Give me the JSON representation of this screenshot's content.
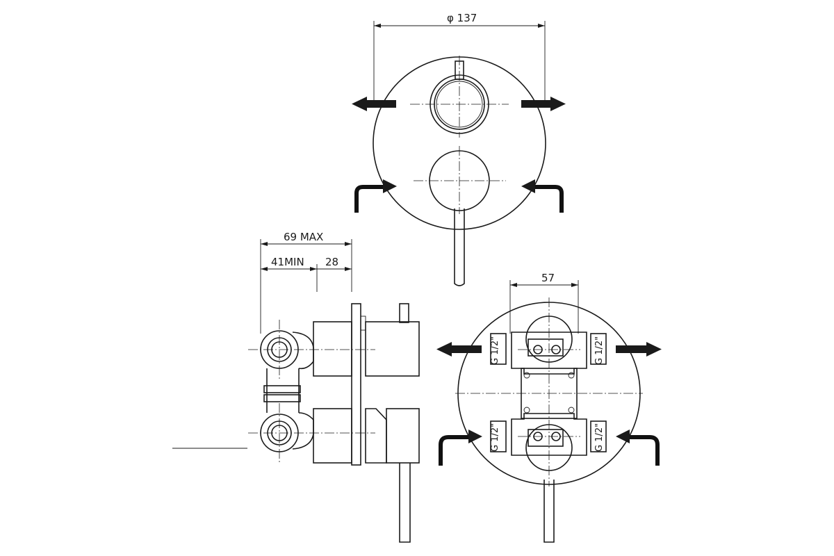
{
  "dimensions": {
    "diameter": "φ 137",
    "max_depth": "69 MAX",
    "min_depth": "41MIN",
    "plate_depth": "28",
    "inlet_spacing": "57"
  },
  "connections": {
    "top_left": "G 1/2\"",
    "top_right": "G 1/2\"",
    "bottom_left": "G 1/2\"",
    "bottom_right": "G 1/2\""
  },
  "colors": {
    "line": "#1a1a1a",
    "background": "#ffffff"
  },
  "icons": [
    "outlet-arrow-icon",
    "inlet-arrow-icon"
  ]
}
